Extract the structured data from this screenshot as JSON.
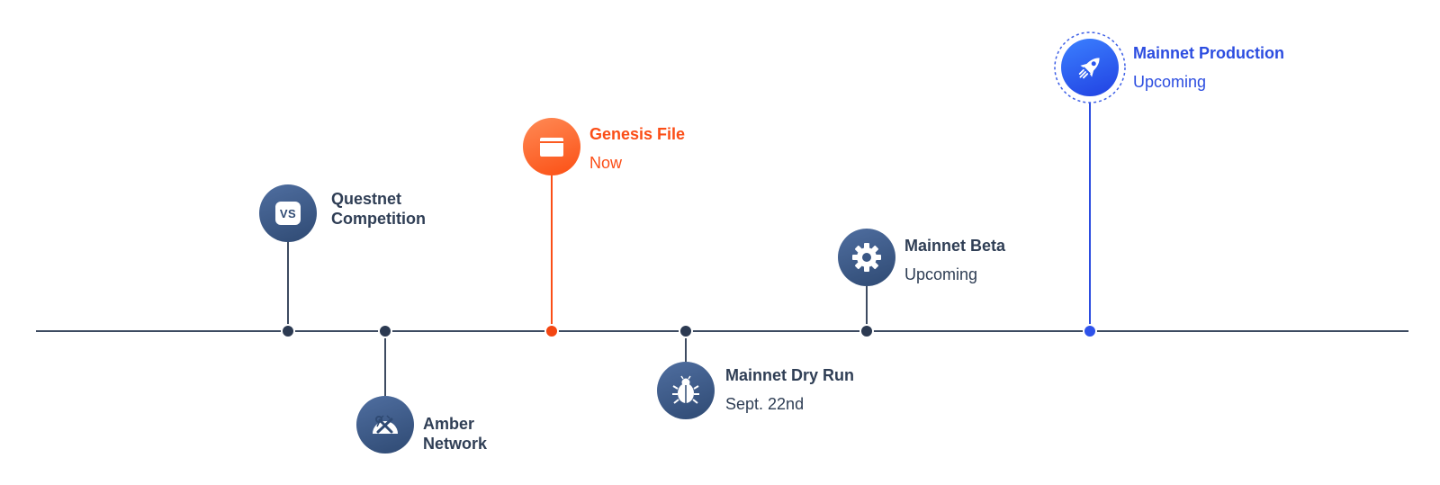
{
  "milestones": [
    {
      "id": "questnet",
      "title_line1": "Questnet",
      "title_line2": "Competition",
      "icon": "vs-icon",
      "color": "#2f4a73"
    },
    {
      "id": "amber",
      "title_line1": "Amber",
      "title_line2": "Network",
      "icon": "tools-icon",
      "color": "#2f4a73"
    },
    {
      "id": "genesis",
      "title": "Genesis File",
      "subtitle": "Now",
      "icon": "folder-icon",
      "color": "#fb4e17"
    },
    {
      "id": "dryrun",
      "title": "Mainnet Dry Run",
      "subtitle": "Sept. 22nd",
      "icon": "bug-icon",
      "color": "#2f4a73"
    },
    {
      "id": "beta",
      "title": "Mainnet Beta",
      "subtitle": "Upcoming",
      "icon": "gear-icon",
      "color": "#2f4a73"
    },
    {
      "id": "production",
      "title": "Mainnet Production",
      "subtitle": "Upcoming",
      "icon": "rocket-icon",
      "color": "#2c4de0"
    }
  ],
  "icons": {
    "vs_text": "VS"
  }
}
